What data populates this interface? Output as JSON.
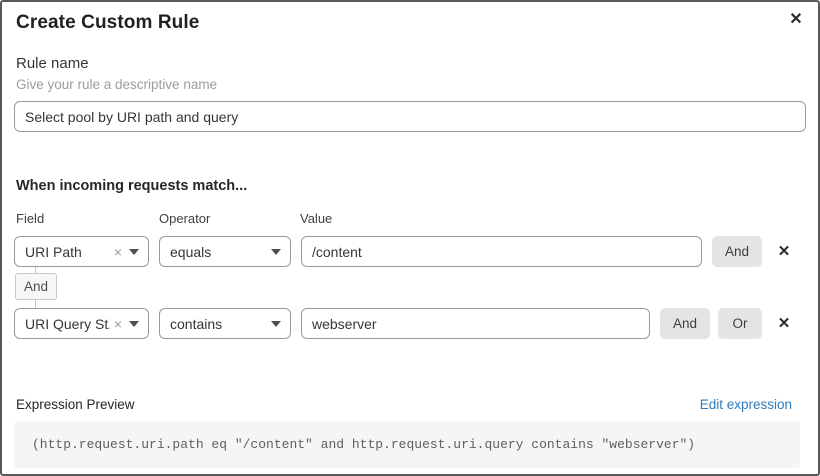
{
  "dialog": {
    "title": "Create Custom Rule",
    "close_icon": "✕"
  },
  "rule_name": {
    "label": "Rule name",
    "helper": "Give your rule a descriptive name",
    "value": "Select pool by URI path and query"
  },
  "match": {
    "heading": "When incoming requests match...",
    "columns": {
      "field": "Field",
      "operator": "Operator",
      "value": "Value"
    },
    "connector": "And",
    "rows": [
      {
        "field": "URI Path",
        "operator": "equals",
        "value": "/content",
        "and_label": "And",
        "clear_icon": "×",
        "delete_icon": "✕"
      },
      {
        "field": "URI Query St...",
        "operator": "contains",
        "value": "webserver",
        "and_label": "And",
        "or_label": "Or",
        "clear_icon": "×",
        "delete_icon": "✕"
      }
    ]
  },
  "expression": {
    "label": "Expression Preview",
    "edit_link": "Edit expression",
    "code": "(http.request.uri.path eq \"/content\" and http.request.uri.query contains \"webserver\")"
  },
  "colors": {
    "link_blue": "#2e7cbe",
    "button_gray": "#e4e4e5",
    "code_bg": "#f5f5f6",
    "border_gray": "#989b9e"
  }
}
